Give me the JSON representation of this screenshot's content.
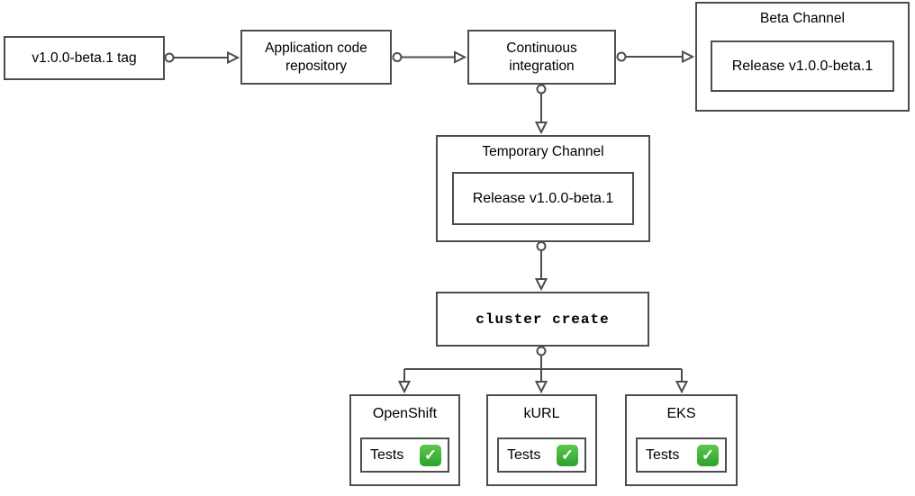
{
  "diagram": {
    "check_glyph": "✓",
    "colors": {
      "border": "#4d4d4d",
      "background": "#ffffff",
      "text": "#000000",
      "check_green_top": "#5ec74f",
      "check_green_bottom": "#2aa32b",
      "check_mark": "#ffffff"
    },
    "nodes": {
      "tag": {
        "label": "v1.0.0-beta.1 tag"
      },
      "repo": {
        "label": "Application code repository"
      },
      "ci": {
        "label": "Continuous integration"
      },
      "beta_channel": {
        "title": "Beta Channel",
        "release": "Release v1.0.0-beta.1"
      },
      "temp_channel": {
        "title": "Temporary Channel",
        "release": "Release v1.0.0-beta.1"
      },
      "cluster_create": {
        "label": "cluster create"
      }
    },
    "clusters": [
      {
        "name": "OpenShift",
        "tests_label": "Tests",
        "status": "pass"
      },
      {
        "name": "kURL",
        "tests_label": "Tests",
        "status": "pass"
      },
      {
        "name": "EKS",
        "tests_label": "Tests",
        "status": "pass"
      }
    ]
  }
}
